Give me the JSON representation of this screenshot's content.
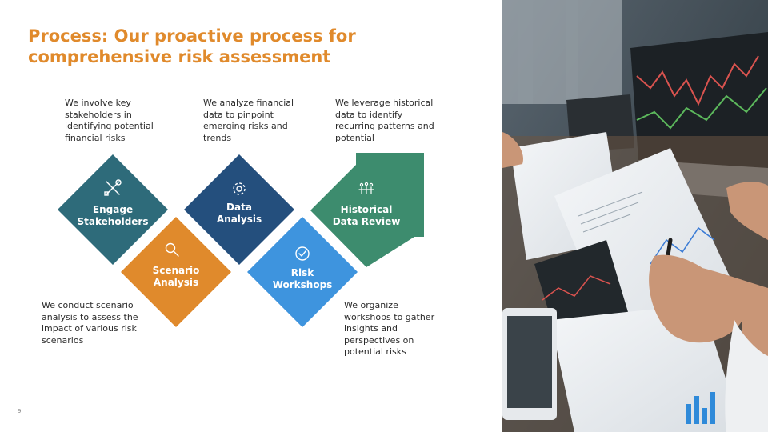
{
  "slide": {
    "title": "Process: Our proactive process for comprehensive risk assessment",
    "page_number": "9"
  },
  "steps": [
    {
      "label_line1": "Engage",
      "label_line2": "Stakeholders",
      "icon": "tools-icon",
      "color": "#2E6B7A",
      "description": "We involve key stakeholders in identifying potential financial risks"
    },
    {
      "label_line1": "Scenario",
      "label_line2": "Analysis",
      "icon": "magnifier-icon",
      "color": "#E08A2C",
      "description": "We conduct scenario analysis to assess the impact of various risk scenarios"
    },
    {
      "label_line1": "Data",
      "label_line2": "Analysis",
      "icon": "gear-icon",
      "color": "#244F7D",
      "description": "We analyze financial data to pinpoint emerging risks and trends"
    },
    {
      "label_line1": "Risk",
      "label_line2": "Workshops",
      "icon": "checkmark-icon",
      "color": "#3E94DE",
      "description": "We organize workshops to gather insights and perspectives on potential risks"
    },
    {
      "label_line1": "Historical",
      "label_line2": "Data Review",
      "icon": "people-icon",
      "color": "#3D8C6E",
      "description": "We leverage historical data to identify recurring patterns and potential"
    }
  ]
}
